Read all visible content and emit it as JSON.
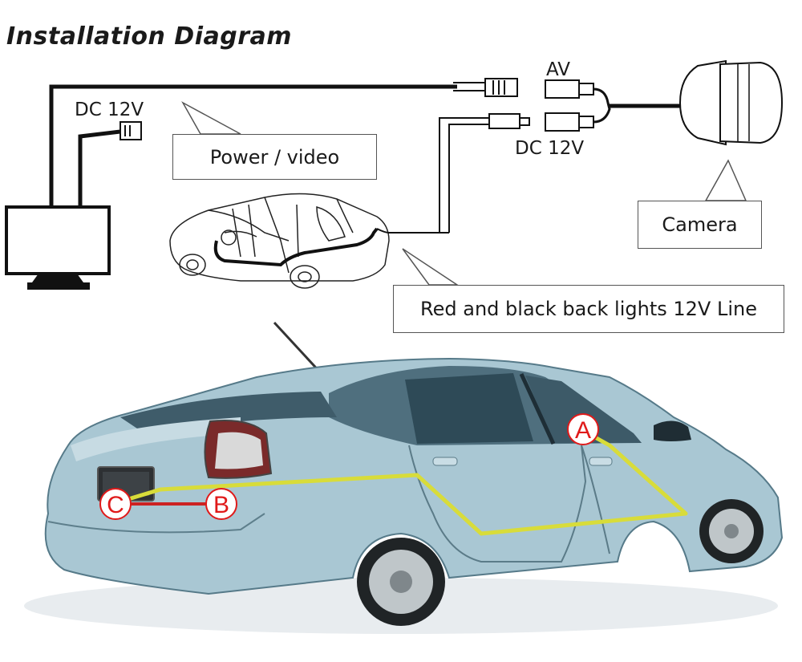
{
  "title": "Installation Diagram",
  "labels": {
    "dc_monitor": "DC 12V",
    "av": "AV",
    "dc_camera": "DC 12V"
  },
  "callouts": {
    "power_video": "Power / video",
    "camera": "Camera",
    "back_lights": "Red and black back lights 12V Line"
  },
  "points": {
    "a": "A",
    "b": "B",
    "c": "C"
  },
  "colors": {
    "route_line": "#d8dc3a",
    "power_line": "#cc2222",
    "point_marker": "#e01a1a",
    "car_body": "#a9c7d3"
  }
}
